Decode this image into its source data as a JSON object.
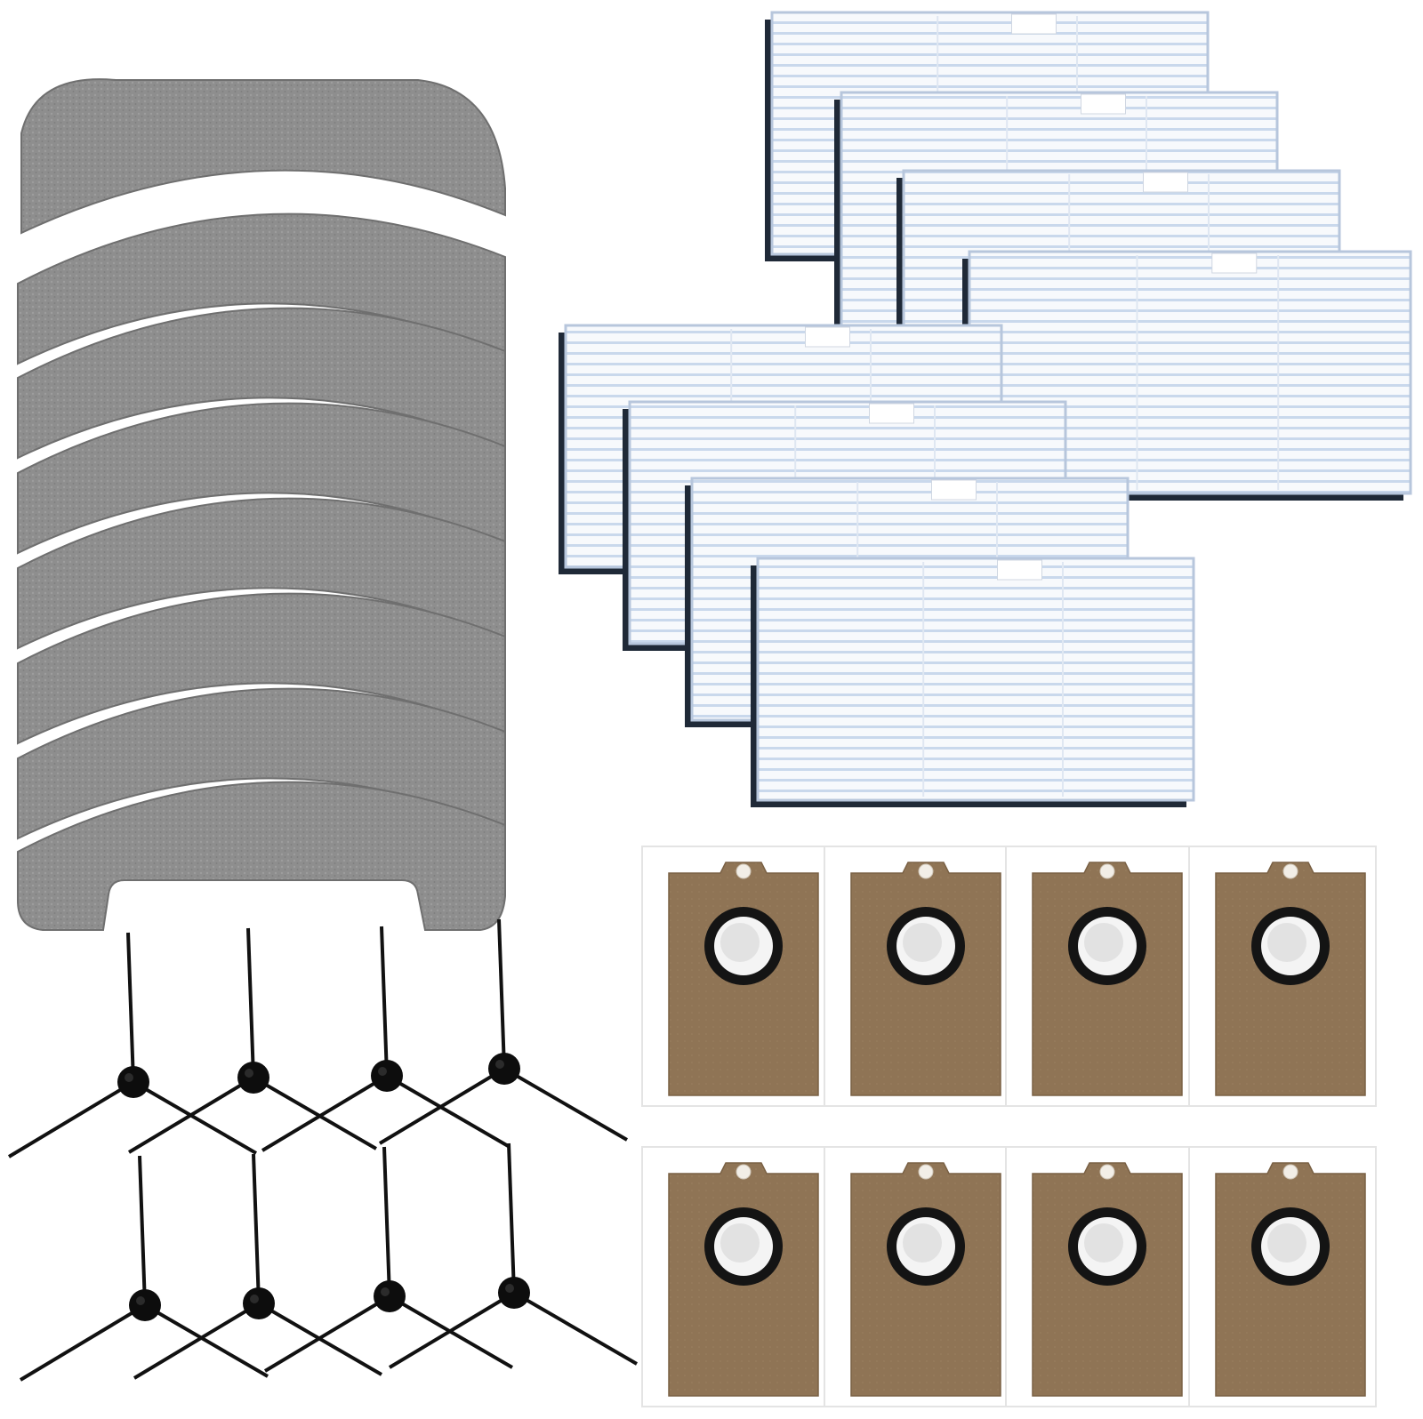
{
  "scene": {
    "subject": "robot-vacuum-accessory-kit",
    "background": "#ffffff"
  },
  "groups": [
    {
      "id": "mop-pads",
      "count": 8,
      "color": "#8e8e8e",
      "icon": "mop-pad-icon"
    },
    {
      "id": "hepa-filters",
      "count": 8,
      "color": "#eef3fa",
      "frame_color": "#1f2937",
      "icon": "filter-icon"
    },
    {
      "id": "dust-bags",
      "count": 8,
      "color": "#8f7455",
      "icon": "dust-bag-icon"
    },
    {
      "id": "side-brushes",
      "count": 8,
      "color": "#111111",
      "icon": "side-brush-icon"
    }
  ]
}
